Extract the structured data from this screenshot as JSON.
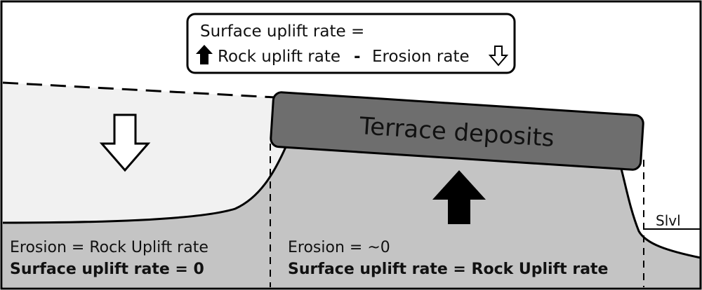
{
  "equation": {
    "line1": "Surface uplift rate =",
    "rock_term": "Rock uplift rate",
    "minus": "-",
    "erosion_term": "Erosion rate"
  },
  "terrace": {
    "label": "Terrace deposits"
  },
  "sea_level": {
    "label": "Slvl"
  },
  "left_zone": {
    "erosion_label": "Erosion =  Rock Uplift rate",
    "surface_label": "Surface uplift rate = 0"
  },
  "middle_zone": {
    "erosion_label": "Erosion = ~0",
    "surface_label": "Surface uplift rate = Rock Uplift rate"
  },
  "colors": {
    "rock": "#c4c4c4",
    "eroded_material": "#f1f1f1",
    "terrace_fill": "#6e6e6e",
    "rock_uplift_arrow": "#000000",
    "erosion_arrow": "#ffffff",
    "outline": "#000000"
  },
  "icons": {
    "rock_uplift": "filled-up-arrow-icon",
    "erosion": "hollow-down-arrow-icon"
  }
}
